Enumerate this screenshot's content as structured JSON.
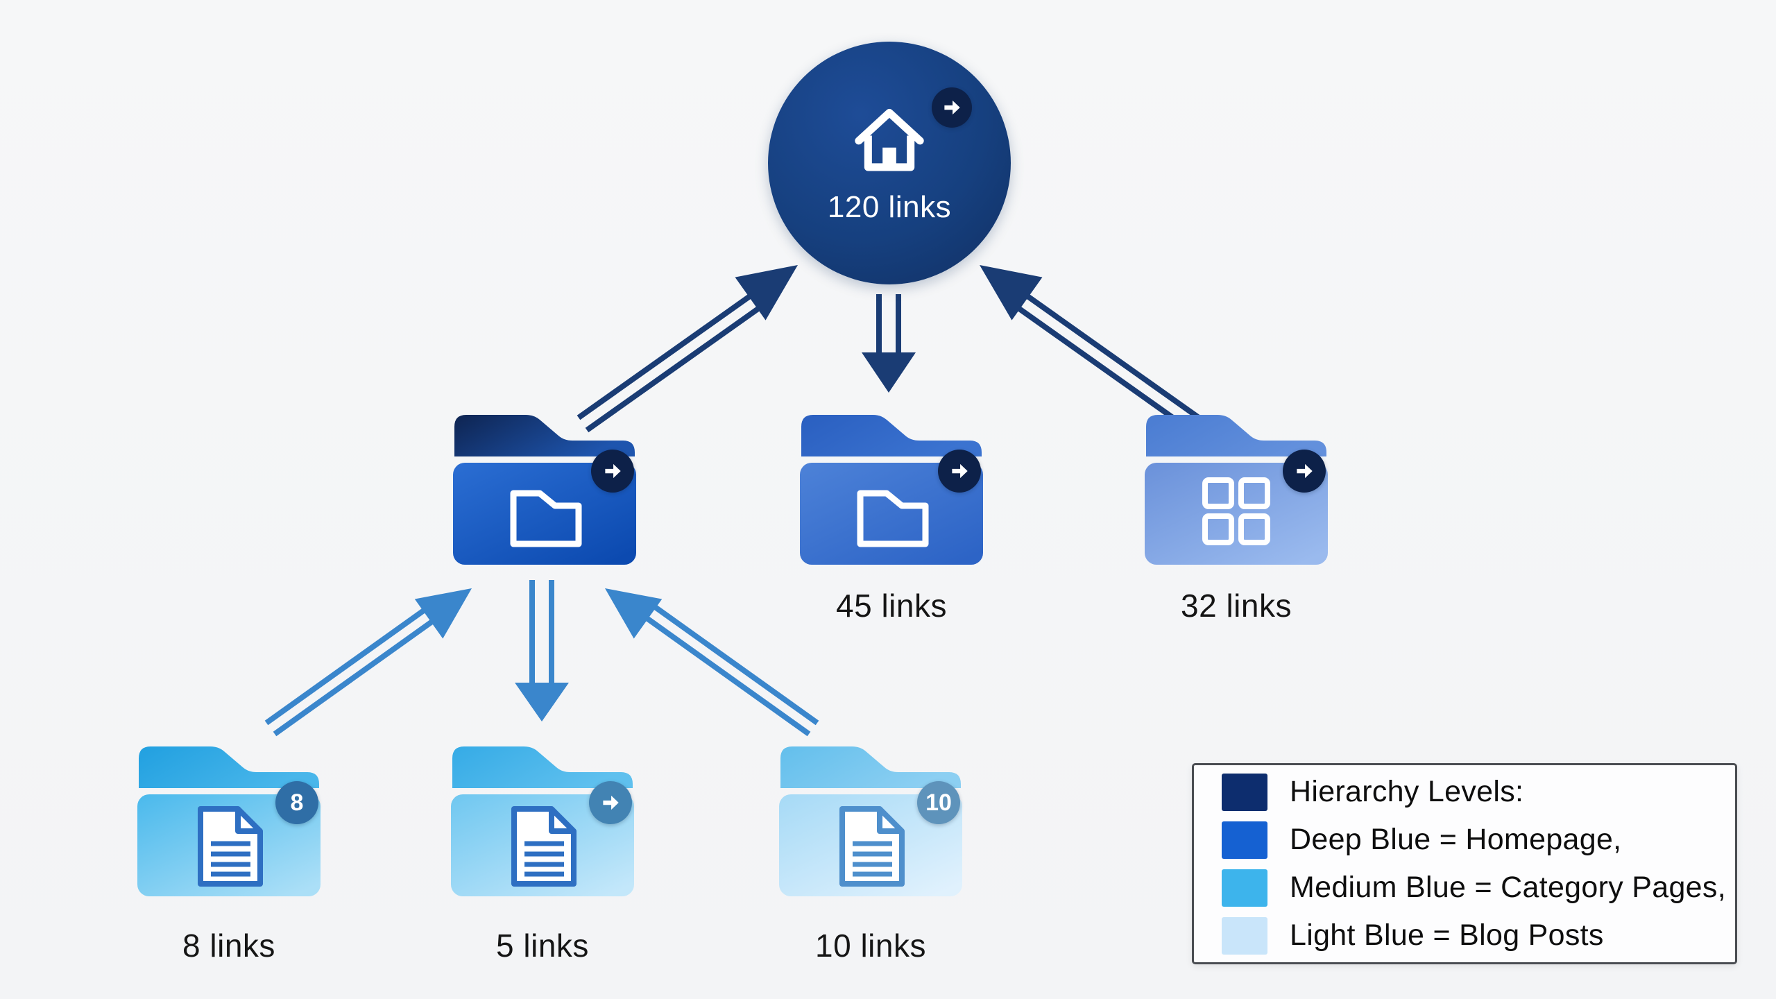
{
  "nodes": {
    "homepage": {
      "label": "120 links",
      "badge": "arrow-right"
    },
    "category_main": {
      "badge": "arrow-right"
    },
    "category_center": {
      "label": "45 links",
      "badge": "arrow-right"
    },
    "category_right": {
      "label": "32 links",
      "badge": "arrow-right"
    },
    "post_left": {
      "label": "8 links",
      "badge": "8"
    },
    "post_center": {
      "label": "5 links",
      "badge": "arrow-right"
    },
    "post_right": {
      "label": "10 links",
      "badge": "10"
    }
  },
  "legend": {
    "rows": [
      {
        "swatch": "#0d2d6e",
        "text": "Hierarchy Levels:"
      },
      {
        "swatch": "#1561d2",
        "text": "Deep Blue = Homepage,"
      },
      {
        "swatch": "#3db4ec",
        "text": "Medium Blue = Category Pages,"
      },
      {
        "swatch": "#c9e5fa",
        "text": "Light Blue = Blog Posts"
      }
    ]
  },
  "colors": {
    "background": "#f5f6f7",
    "homepage_circle": "#16407f",
    "navy_badge": "#0d2149",
    "top_arrows": "#1a3c74",
    "bottom_arrows": "#3a86cc",
    "category_main_tab": "#0e2554",
    "category_main_body": "#1d5cc2",
    "category_center_body": "#3d74d0",
    "category_right_body": "#7ea4e3",
    "post_left_body": "#7accf1",
    "post_center_body": "#99d5f5",
    "post_right_body": "#c3e6fa"
  }
}
